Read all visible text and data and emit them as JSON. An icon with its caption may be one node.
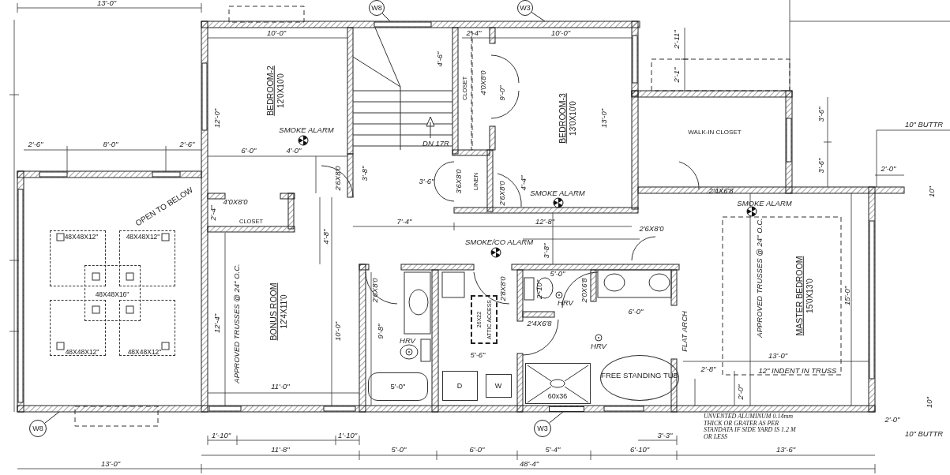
{
  "diagram": {
    "nodes": [
      {
        "text": [
          "OPEN TO BELOW"
        ]
      },
      {
        "text": [
          "48X48X12\""
        ],
        "in": 0
      },
      {
        "text": [
          "48X48X12\""
        ],
        "in": 0
      },
      {
        "text": [
          "48X48X16\""
        ],
        "in": 0
      },
      {
        "text": [
          "48X48X12\""
        ],
        "in": 0
      },
      {
        "text": [
          "48X48X12\""
        ],
        "in": 0
      },
      {
        "text": [
          "BEDROOM-2",
          "12'0X10'0"
        ]
      },
      {
        "text": [
          "CLOSET"
        ]
      },
      {
        "text": [
          "BONUS ROOM",
          "12'4X11'0"
        ]
      },
      {
        "text": [
          "BEDROOM-3",
          "13'0X10'0"
        ]
      },
      {
        "text": [
          "CLOSET"
        ]
      },
      {
        "text": [
          "LINEN"
        ]
      },
      {
        "text": [
          "WALK-IN CLOSET"
        ]
      },
      {
        "text": [
          "MASTER BEDROOM",
          "15'0X13'0"
        ]
      },
      {
        "text": [
          "26X22",
          "ATTIC ACCESS"
        ]
      },
      {
        "text": [
          "5'-0\""
        ]
      },
      {
        "text": [
          "D"
        ]
      },
      {
        "text": [
          "W"
        ]
      },
      {
        "text": [
          "60x36"
        ]
      },
      {
        "text": [
          "FREE STANDING TUB"
        ]
      },
      {
        "text": [
          "W8"
        ]
      },
      {
        "text": [
          "W3"
        ]
      },
      {
        "text": [
          "W8"
        ]
      },
      {
        "text": [
          "W3"
        ]
      },
      {
        "text": [],
        "shape": "box"
      }
    ],
    "edges": [
      {
        "from": 20,
        "to": null,
        "arrow": "none"
      },
      {
        "from": 21,
        "to": null,
        "arrow": "none"
      },
      {
        "from": 22,
        "to": null,
        "arrow": "none"
      },
      {
        "from": 23,
        "to": 24,
        "arrow": "none"
      }
    ],
    "labels": [
      "13'-0\"",
      "10'-0\"",
      "2'-4\"",
      "10'-0\"",
      "2'-11\"",
      "2'-1\"",
      "4'-6\"",
      "4'0X8'0",
      "9'-0\"",
      "12'-0\"",
      "13'-0\"",
      "3'-6\"",
      "10\" BUTTR",
      "SMOKE ALARM",
      "2'-6\"",
      "8'-0\"",
      "2'-6\"",
      "6'-0\"",
      "4'-0\"",
      "DN 17R",
      "3'-6\"",
      "2'-0\"",
      "2'6X8'0",
      "3'-8\"",
      "3'-6\"",
      "3'6X8'0",
      "2'6X8'0",
      "4'-4\"",
      "SMOKE ALARM",
      "2'4X6'8",
      "10\"",
      "4'0X8'0",
      "SMOKE ALARM",
      "2'-4\"",
      "7'-4\"",
      "12'-8\"",
      "2'6X8'0",
      "4'-8\"",
      "SMOKE/CO ALARM",
      "3'-8\"",
      "APPROVED TRUSSES @ 24\" O.C.",
      "5'-0\"",
      "2'6X8'0",
      "2'8X8'0",
      "2'-10\"",
      "2'0X6'8",
      "15'-0\"",
      "HRV",
      "6'-0\"",
      "12'-4\"",
      "APPROVED TRUSSES @ 24\" O.C.",
      "2'4X6'8",
      "10'-0\"",
      "9'-8\"",
      "FLAT ARCH",
      "HRV",
      "HRV",
      "5'-6\"",
      "13'-0\"",
      "2'-8\"",
      "12\" INDENT IN TRUSS",
      "11'-0\"",
      "2'-0\"",
      "10\"",
      "UNVENTED ALUMINUM 0.14mm THICK OR GRATER AS PER STANDATA IF SIDE YARD IS 1.2 M OR LESS",
      "2'-0\"",
      "1'-10\"",
      "1'-10\"",
      "3'-3\"",
      "10\" BUTTR",
      "11'-8\"",
      "5'-0\"",
      "6'-0\"",
      "5'-4\"",
      "6'-10\"",
      "13'-6\"",
      "13'-0\"",
      "48'-4\""
    ]
  }
}
